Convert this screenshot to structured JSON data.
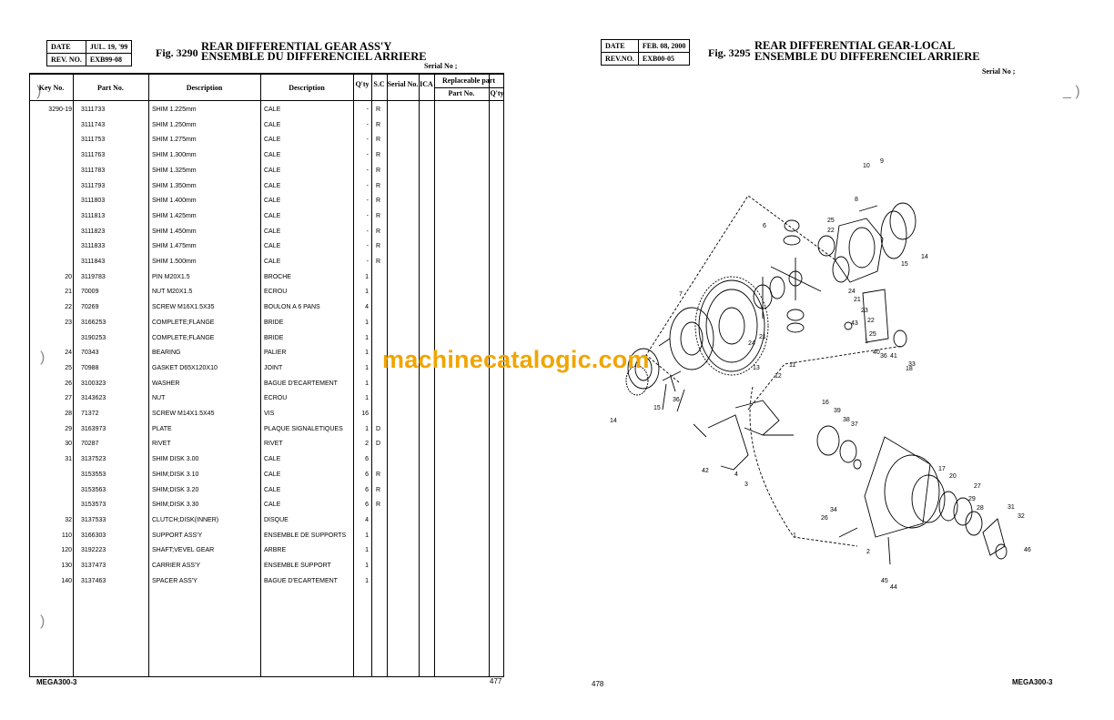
{
  "left_page": {
    "date_label": "DATE",
    "date_value": "JUL. 19, '99",
    "rev_label": "REV. NO.",
    "rev_value": "EXB99-08",
    "fig_no": "Fig. 3290",
    "title_en": "REAR DIFFERENTIAL GEAR ASS'Y",
    "title_fr": "ENSEMBLE DU DIFFERENCIEL ARRIERE",
    "serial_label": "Serial No ;",
    "columns": {
      "key": "Key No.",
      "part": "Part No.",
      "desc1": "Description",
      "desc2": "Description",
      "qty": "Q'ty",
      "sc": "S.C",
      "serial": "Serial No.",
      "ica": "ICA",
      "replaceable": "Replaceable part",
      "rep_part": "Part No.",
      "rep_qty": "Q'ty"
    },
    "rows": [
      {
        "key": "3290-19",
        "part": "3111733",
        "desc1": "SHIM 1.225mm",
        "desc2": "CALE",
        "qty": "-",
        "sc": "R"
      },
      {
        "key": "",
        "part": "3111743",
        "desc1": "SHIM 1.250mm",
        "desc2": "CALE",
        "qty": "-",
        "sc": "R"
      },
      {
        "key": "",
        "part": "3111753",
        "desc1": "SHIM 1.275mm",
        "desc2": "CALE",
        "qty": "-",
        "sc": "R"
      },
      {
        "key": "",
        "part": "3111763",
        "desc1": "SHIM 1.300mm",
        "desc2": "CALE",
        "qty": "-",
        "sc": "R"
      },
      {
        "key": "",
        "part": "3111783",
        "desc1": "SHIM 1.325mm",
        "desc2": "CALE",
        "qty": "-",
        "sc": "R"
      },
      {
        "key": "",
        "part": "3111793",
        "desc1": "SHIM 1.350mm",
        "desc2": "CALE",
        "qty": "-",
        "sc": "R"
      },
      {
        "key": "",
        "part": "3111803",
        "desc1": "SHIM 1.400mm",
        "desc2": "CALE",
        "qty": "-",
        "sc": "R"
      },
      {
        "key": "",
        "part": "3111813",
        "desc1": "SHIM 1.425mm",
        "desc2": "CALE",
        "qty": "-",
        "sc": "R"
      },
      {
        "key": "",
        "part": "3111823",
        "desc1": "SHIM 1.450mm",
        "desc2": "CALE",
        "qty": "-",
        "sc": "R"
      },
      {
        "key": "",
        "part": "3111833",
        "desc1": "SHIM 1.475mm",
        "desc2": "CALE",
        "qty": "-",
        "sc": "R"
      },
      {
        "key": "",
        "part": "3111843",
        "desc1": "SHIM 1.500mm",
        "desc2": "CALE",
        "qty": "-",
        "sc": "R"
      },
      {
        "key": "20",
        "part": "3119783",
        "desc1": "PIN M20X1.5",
        "desc2": "BROCHE",
        "qty": "1",
        "sc": ""
      },
      {
        "key": "21",
        "part": "70009",
        "desc1": "NUT M20X1.5",
        "desc2": "ECROU",
        "qty": "1",
        "sc": ""
      },
      {
        "key": "22",
        "part": "70269",
        "desc1": "SCREW M16X1.5X35",
        "desc2": "BOULON A 6 PANS",
        "qty": "4",
        "sc": ""
      },
      {
        "key": "23",
        "part": "3166253",
        "desc1": "COMPLETE;FLANGE",
        "desc2": "BRIDE",
        "qty": "1",
        "sc": ""
      },
      {
        "key": "",
        "part": "3190253",
        "desc1": "COMPLETE;FLANGE",
        "desc2": "BRIDE",
        "qty": "1",
        "sc": ""
      },
      {
        "key": "24",
        "part": "70343",
        "desc1": "BEARING",
        "desc2": "PALIER",
        "qty": "1",
        "sc": ""
      },
      {
        "key": "25",
        "part": "70988",
        "desc1": "GASKET D65X120X10",
        "desc2": "JOINT",
        "qty": "1",
        "sc": ""
      },
      {
        "key": "26",
        "part": "3100323",
        "desc1": "WASHER",
        "desc2": "BAGUE D'ECARTEMENT",
        "qty": "1",
        "sc": ""
      },
      {
        "key": "27",
        "part": "3143623",
        "desc1": "NUT",
        "desc2": "ECROU",
        "qty": "1",
        "sc": ""
      },
      {
        "key": "28",
        "part": "71372",
        "desc1": "SCREW M14X1.5X45",
        "desc2": "VIS",
        "qty": "16",
        "sc": ""
      },
      {
        "key": "29",
        "part": "3163973",
        "desc1": "PLATE",
        "desc2": "PLAQUE SIGNALETIQUES",
        "qty": "1",
        "sc": "D"
      },
      {
        "key": "30",
        "part": "70287",
        "desc1": "RIVET",
        "desc2": "RIVET",
        "qty": "2",
        "sc": "D"
      },
      {
        "key": "31",
        "part": "3137523",
        "desc1": "SHIM DISK 3.00",
        "desc2": "CALE",
        "qty": "6",
        "sc": ""
      },
      {
        "key": "",
        "part": "3153553",
        "desc1": "SHIM;DISK 3.10",
        "desc2": "CALE",
        "qty": "6",
        "sc": "R"
      },
      {
        "key": "",
        "part": "3153563",
        "desc1": "SHIM;DISK 3.20",
        "desc2": "CALE",
        "qty": "6",
        "sc": "R"
      },
      {
        "key": "",
        "part": "3153573",
        "desc1": "SHIM;DISK 3.30",
        "desc2": "CALE",
        "qty": "6",
        "sc": "R"
      },
      {
        "key": "32",
        "part": "3137533",
        "desc1": "CLUTCH;DISK(INNER)",
        "desc2": "DISQUE",
        "qty": "4",
        "sc": ""
      },
      {
        "key": "110",
        "part": "3166303",
        "desc1": "SUPPORT ASS'Y",
        "desc2": "ENSEMBLE DE SUPPORTS",
        "qty": "1",
        "sc": ""
      },
      {
        "key": "120",
        "part": "3192223",
        "desc1": "SHAFT;VEVEL GEAR",
        "desc2": "ARBRE",
        "qty": "1",
        "sc": ""
      },
      {
        "key": "130",
        "part": "3137473",
        "desc1": "CARRIER ASS'Y",
        "desc2": "ENSEMBLE SUPPORT",
        "qty": "1",
        "sc": ""
      },
      {
        "key": "140",
        "part": "3137463",
        "desc1": "SPACER ASS'Y",
        "desc2": "BAGUE D'ECARTEMENT",
        "qty": "1",
        "sc": ""
      }
    ],
    "model": "MEGA300-3",
    "page_number": "477"
  },
  "right_page": {
    "date_label": "DATE",
    "date_value": "FEB. 08, 2000",
    "rev_label": "REV.NO.",
    "rev_value": "EXB00-05",
    "fig_no": "Fig. 3295",
    "title_en": "REAR DIFFERENTIAL GEAR-LOCAL",
    "title_fr": "ENSEMBLE DU DIFFERENCIEL ARRIERE",
    "serial_label": "Serial No ;",
    "page_number": "478",
    "model": "MEGA300-3",
    "callouts": [
      "10",
      "9",
      "8",
      "6",
      "25",
      "22",
      "14",
      "15",
      "24",
      "21",
      "7",
      "23",
      "22",
      "25",
      "1",
      "43",
      "40",
      "36",
      "41",
      "33",
      "18",
      "21",
      "24",
      "13",
      "11",
      "12",
      "36",
      "14",
      "15",
      "16",
      "39",
      "38",
      "37",
      "42",
      "4",
      "3",
      "17",
      "20",
      "27",
      "29",
      "28",
      "31",
      "32",
      "34",
      "26",
      "1",
      "2",
      "45",
      "44",
      "46"
    ]
  },
  "watermark": "machinecatalogic.com"
}
